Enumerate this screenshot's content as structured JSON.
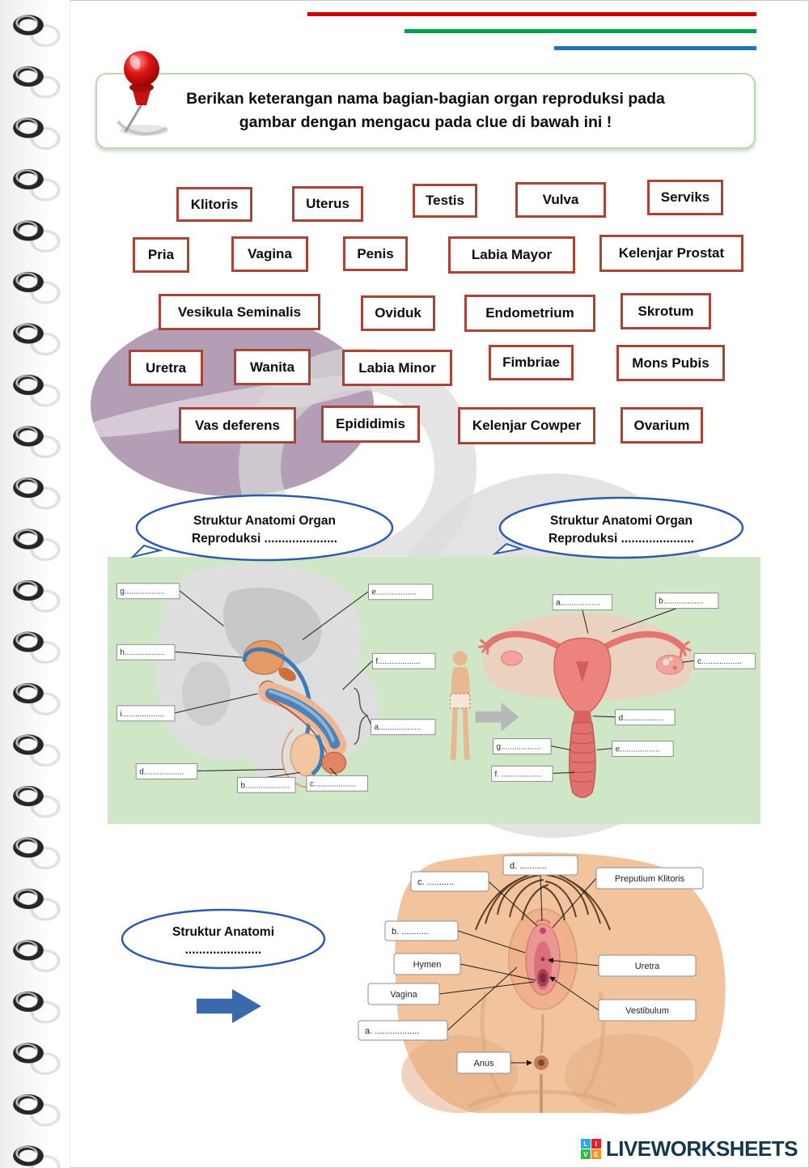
{
  "colors": {
    "top_line_red": "#cc0000",
    "top_line_green": "#00a14b",
    "top_line_blue": "#1b75bc",
    "word_bank_border": "#a94439",
    "bubble_border": "#2d5ba7",
    "panel_background": "#cfe7c6",
    "arrow_blue": "#3a6aac",
    "pushpin_red": "#d61414",
    "brand_text": "#14374d"
  },
  "instruction": {
    "line1": "Berikan keterangan nama bagian-bagian organ reproduksi pada",
    "line2": "gambar dengan mengacu pada clue di bawah ini !"
  },
  "word_bank": {
    "items": [
      "Klitoris",
      "Uterus",
      "Testis",
      "Vulva",
      "Serviks",
      "Pria",
      "Vagina",
      "Penis",
      "Labia Mayor",
      "Kelenjar Prostat",
      "Vesikula Seminalis",
      "Oviduk",
      "Endometrium",
      "Skrotum",
      "Uretra",
      "Wanita",
      "Labia Minor",
      "Fimbriae",
      "Mons Pubis",
      "Vas deferens",
      "Epididimis",
      "Kelenjar Cowper",
      "Ovarium"
    ]
  },
  "bubbles": {
    "male": {
      "line1": "Struktur Anatomi Organ",
      "line2": "Reproduksi ....................."
    },
    "female": {
      "line1": "Struktur Anatomi Organ",
      "line2": "Reproduksi ....................."
    },
    "external": {
      "line1": "Struktur Anatomi",
      "line2": "......................"
    }
  },
  "male_diagram": {
    "labels": {
      "g": "g..................",
      "e": "e..................",
      "h": "h..................",
      "f": "f...................",
      "i": "i...................",
      "a": "a...................",
      "d": "d..................",
      "b": "b....................",
      "c": "c..................."
    }
  },
  "female_diagram": {
    "labels": {
      "a": "a..................",
      "b": "b..................",
      "c": "c..................",
      "d": "d..................",
      "e": "e..................",
      "g": "g..................",
      "f": "f. .................."
    }
  },
  "external_diagram": {
    "labels": {
      "c": "c. ...........",
      "d": "d. ...........",
      "preputium": "Preputium Klitoris",
      "b": "b. ...........",
      "hymen": "Hymen",
      "vagina": "Vagina",
      "a": "a. ..................",
      "uretra": "Uretra",
      "vestibulum": "Vestibulum",
      "anus": "Anus"
    }
  },
  "footer": {
    "brand": "LIVEWORKSHEETS",
    "logo_squares": [
      {
        "letter": "L",
        "color": "#29abe2"
      },
      {
        "letter": "I",
        "color": "#ed1c24"
      },
      {
        "letter": "V",
        "color": "#39b54a"
      },
      {
        "letter": "E",
        "color": "#f7941d"
      }
    ]
  }
}
